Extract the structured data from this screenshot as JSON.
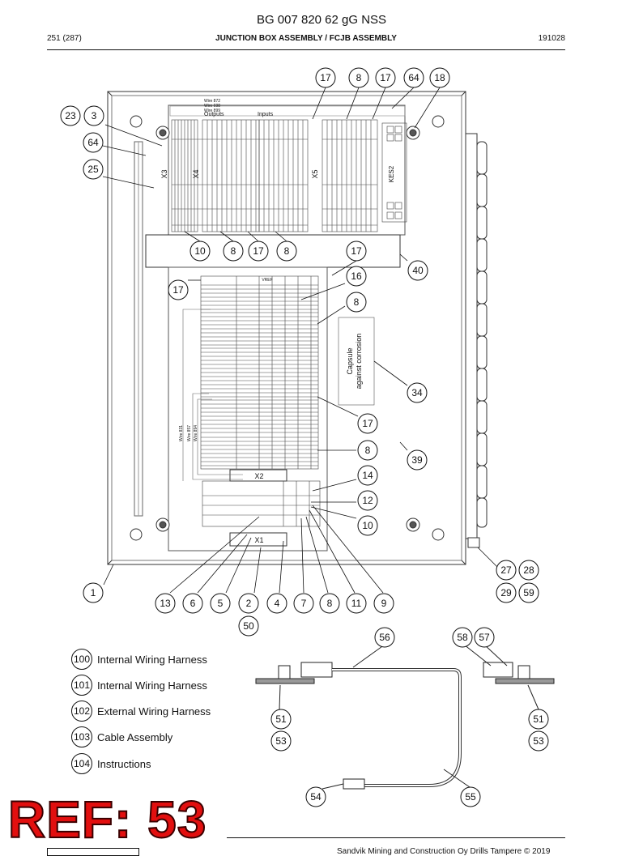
{
  "header": {
    "doc_code": "BG 007 820 62 gG NSS",
    "page": "251 (287)",
    "section_title": "JUNCTION BOX ASSEMBLY / FCJB ASSEMBLY",
    "date_code": "191028"
  },
  "diagram": {
    "terminal_labels": {
      "x1": "X1",
      "x2": "X2",
      "x3": "X3",
      "x4": "X4",
      "x5": "X5",
      "kes2": "KES2",
      "outputs": "Outputs",
      "inputs": "Inputs",
      "wire_872": "Wire 872",
      "wire_698": "Wire 698",
      "wire_899": "Wire 899",
      "wire_831": "Wire 831",
      "wire_857": "Wire 857",
      "wire_894": "Wire 894",
      "vref": "VREF",
      "capsule_line1": "Capsule",
      "capsule_line2": "against corrosion"
    },
    "callouts": {
      "c17a": "17",
      "c8a": "8",
      "c17b": "17",
      "c64a": "64",
      "c18": "18",
      "c23": "23",
      "c3": "3",
      "c64b": "64",
      "c25": "25",
      "c10a": "10",
      "c8b": "8",
      "c17c": "17",
      "c8c": "8",
      "c17d": "17",
      "c40": "40",
      "c17e": "17",
      "c16": "16",
      "c8d": "8",
      "c34": "34",
      "c17f": "17",
      "c8e": "8",
      "c39": "39",
      "c14": "14",
      "c12": "12",
      "c10b": "10",
      "c27": "27",
      "c28": "28",
      "c29": "29",
      "c59": "59",
      "c1": "1",
      "c13": "13",
      "c6": "6",
      "c5": "5",
      "c2": "2",
      "c4": "4",
      "c7": "7",
      "c8f": "8",
      "c11": "11",
      "c9": "9",
      "c50": "50",
      "c56": "56",
      "c58": "58",
      "c57": "57",
      "c51a": "51",
      "c53a": "53",
      "c51b": "51",
      "c53b": "53",
      "c54": "54",
      "c55": "55"
    }
  },
  "legend": [
    {
      "num": "100",
      "label": "Internal Wiring Harness"
    },
    {
      "num": "101",
      "label": "Internal Wiring Harness"
    },
    {
      "num": "102",
      "label": "External Wiring Harness"
    },
    {
      "num": "103",
      "label": "Cable Assembly"
    },
    {
      "num": "104",
      "label": "Instructions"
    }
  ],
  "overlay": {
    "ref_label": "REF: 53"
  },
  "footer": {
    "copyright": "Sandvik Mining and Construction Oy Drills Tampere © 2019"
  }
}
